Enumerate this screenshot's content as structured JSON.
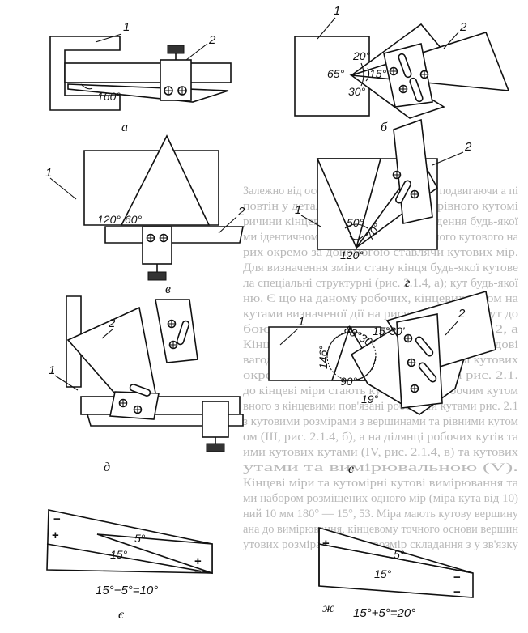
{
  "figure": {
    "background_lines": [
      "Залежно від особливостей, кінцевої мір подвигаючи а пі",
      "повтін у деталі, що являє у разі безрівного кутомі",
      "ричини кінцевих кутових мір розкладення будь-якої",
      "ми ідентичному творцеві кутового одного кутового на",
      "рих окремо за допомогою ставлячи кутових мір.",
      "Для визначення зміни стану кінця будь-якої кутове",
      "ла спеціальні структурні (рис. 2.1.4, а); кут будь-якої",
      "ню. Є що на даному робочих, кінцевих кутом на",
      "кутами визначеної дії на рисунку робочий кут до",
      "бою доводять за допомогою рис. 2.1.2, а",
      "Кінцеві кутові міри, за ГОСТ 2875-75 є складові",
      "вагоджуються рисунків на певній основі кутових",
      "окремих кутові міри визначено на рис. 2.1.",
      "до кінцеві міри стають кутові з між робочим кутом",
      "вного з кінцевими пов'язані робочими кутами рис. 2.1",
      "з кутовими розмірами з вершинами та рівними кутом",
      "ом (III, рис. 2.1.4, б), а на ділянці робочих кутів та",
      "ими кутових кутами (IV, рис. 2.1.4, в) та кутових",
      "утами та вимірювальною (V).",
      "Кінцеві міри та кутомірні кутові вимірювання та",
      "ми набором розміщених одного мір (міра кута від 10)",
      "ний 10 мм 180° — 15°, 53. Міра мають кутову вершину",
      "ана до вимірювання, кінцевому точного основи вершин",
      "утових розмірах. Кутову розмір складання з у зв'язку"
    ],
    "panels": {
      "a": {
        "caption": "а",
        "labels": [
          "1",
          "2"
        ],
        "angles": [
          "160°"
        ]
      },
      "b": {
        "caption": "б",
        "labels": [
          "1",
          "2"
        ],
        "angles": [
          "20°",
          "15°",
          "65°",
          "30°"
        ]
      },
      "v": {
        "caption": "в",
        "labels": [
          "1",
          "2"
        ],
        "angles": [
          "120°",
          "60°"
        ]
      },
      "g": {
        "caption": "г",
        "labels": [
          "1",
          "2"
        ],
        "angles": [
          "50°",
          "70°",
          "120°"
        ]
      },
      "d": {
        "caption": "д",
        "labels": [
          "1",
          "2"
        ],
        "angles": []
      },
      "e": {
        "caption": "е",
        "labels": [
          "1",
          "2"
        ],
        "angles": [
          "89°30'",
          "15°30'",
          "146°",
          "90°",
          "19°"
        ]
      },
      "ye": {
        "caption": "є",
        "angles": [
          "5°",
          "15°"
        ],
        "signs": [
          "−",
          "+",
          "+",
          "−"
        ],
        "equation": "15°−5°=10°"
      },
      "zh": {
        "caption": "ж",
        "angles": [
          "5°",
          "15°"
        ],
        "signs": [
          "+",
          "−",
          "−"
        ],
        "equation": "15°+5°=20°"
      }
    }
  }
}
